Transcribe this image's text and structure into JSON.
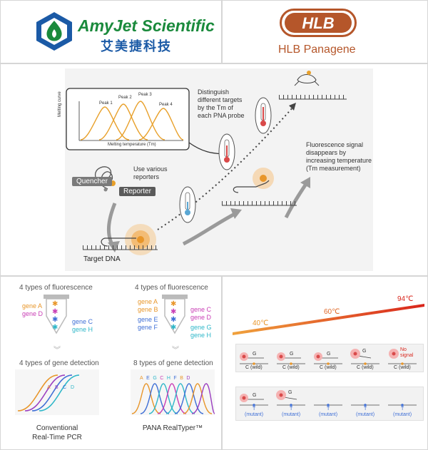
{
  "logos": {
    "amyjet": {
      "name": "AmyJet Scientific",
      "chinese": "艾美捷科技",
      "color_green": "#1a8a3c",
      "color_blue": "#1b5aa6"
    },
    "hlb": {
      "badge": "HLB",
      "name": "HLB Panagene",
      "color": "#b5562a"
    }
  },
  "mechanism": {
    "chart": {
      "y_label": "Melting curve",
      "x_label": "Melting temperature (Tm)",
      "peaks": [
        "Peak 1",
        "Peak 2",
        "Peak 3",
        "Peak 4"
      ]
    },
    "callout_distinguish": [
      "Distinguish",
      "different targets",
      "by the Tm of",
      "each PNA probe"
    ],
    "callout_reporters": [
      "Use various",
      "reporters"
    ],
    "quencher_label": "Quencher",
    "reporter_label": "Reporter",
    "target_label": "Target DNA",
    "callout_fluorescence": [
      "Fluorescence signal",
      "disappears by",
      "increasing temperature",
      "(Tm measurement)"
    ]
  },
  "comparison": {
    "left": {
      "fluor_title": "4 types of fluorescence",
      "genes_left": [
        "gene A",
        "gene D"
      ],
      "genes_right": [
        "gene C",
        "gene H"
      ],
      "detect_title": "4 types of gene detection",
      "curve_letters": [
        "A",
        "B",
        "C",
        "D"
      ],
      "caption": [
        "Conventional",
        "Real-Time PCR"
      ]
    },
    "right": {
      "fluor_title": "4 types of fluorescence",
      "genes_left": [
        "gene A",
        "gene B",
        "gene E",
        "gene F"
      ],
      "genes_right": [
        "gene C",
        "gene D",
        "gene G",
        "gene H"
      ],
      "detect_title": "8 types of gene detection",
      "curve_letters": [
        "A",
        "E",
        "G",
        "C",
        "H",
        "F",
        "B",
        "D"
      ],
      "caption": [
        "PANA RealTyper™"
      ]
    },
    "colors": {
      "orange": "#e8962a",
      "purple": "#9b3fc0",
      "magenta": "#c93fb5",
      "blue": "#3f6fd6",
      "cyan": "#2fb7c9"
    }
  },
  "temperature": {
    "labels": [
      "40℃",
      "60℃",
      "94℃"
    ],
    "wild": {
      "probe_letter": "G",
      "base": "C (wild)",
      "no_signal": "No signal"
    },
    "mutant": {
      "probe_letter": "G",
      "base": "T",
      "base_note": "(mutant)"
    }
  }
}
